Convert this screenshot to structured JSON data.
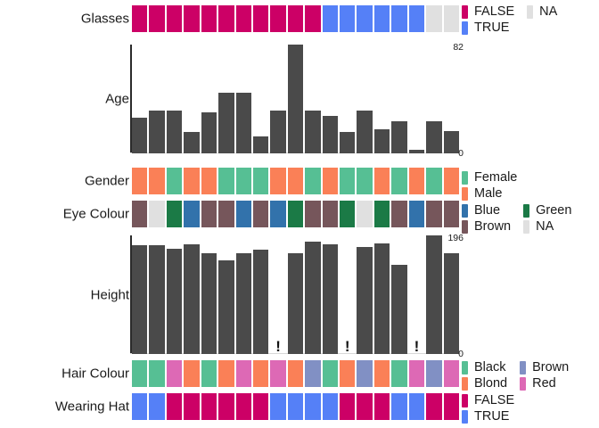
{
  "chart_data": {
    "type": "table",
    "title": "",
    "n_observations": 19,
    "rows": [
      {
        "name": "Glasses",
        "label": "Glasses",
        "kind": "categorical",
        "values": [
          "FALSE",
          "FALSE",
          "FALSE",
          "FALSE",
          "FALSE",
          "FALSE",
          "FALSE",
          "FALSE",
          "FALSE",
          "FALSE",
          "FALSE",
          "TRUE",
          "TRUE",
          "TRUE",
          "TRUE",
          "TRUE",
          "TRUE",
          "NA",
          "NA"
        ],
        "legend": {
          "columns": 2,
          "entries": [
            {
              "label": "FALSE",
              "color": "#cc0066"
            },
            {
              "label": "NA",
              "color": "#e0e0e0"
            },
            {
              "label": "TRUE",
              "color": "#5580f7"
            }
          ]
        }
      },
      {
        "name": "Age",
        "label": "Age",
        "kind": "numeric",
        "ylim": [
          0,
          82
        ],
        "tick_top": "82",
        "tick_bottom": "0",
        "values": [
          27,
          32,
          32,
          16,
          31,
          46,
          46,
          13,
          32,
          82,
          32,
          28,
          16,
          32,
          18,
          24,
          3,
          24,
          17
        ],
        "missing": []
      },
      {
        "name": "Gender",
        "label": "Gender",
        "kind": "categorical",
        "values": [
          "Male",
          "Male",
          "Female",
          "Male",
          "Male",
          "Female",
          "Female",
          "Female",
          "Male",
          "Male",
          "Female",
          "Male",
          "Female",
          "Female",
          "Male",
          "Female",
          "Male",
          "Female",
          "Male"
        ],
        "legend": {
          "columns": 1,
          "entries": [
            {
              "label": "Female",
              "color": "#56bf94"
            },
            {
              "label": "Male",
              "color": "#fa8057"
            }
          ]
        }
      },
      {
        "name": "Eye Colour",
        "label": "Eye Colour",
        "kind": "categorical",
        "values": [
          "Brown",
          "NA",
          "Green",
          "Blue",
          "Brown",
          "Brown",
          "Blue",
          "Brown",
          "Blue",
          "Green",
          "Brown",
          "Brown",
          "Green",
          "NA",
          "Green",
          "Brown",
          "Blue",
          "Brown",
          "Brown"
        ],
        "legend": {
          "columns": 2,
          "entries": [
            {
              "label": "Blue",
              "color": "#3272ab"
            },
            {
              "label": "Green",
              "color": "#1b7a46"
            },
            {
              "label": "Brown",
              "color": "#76565b"
            },
            {
              "label": "NA",
              "color": "#e0e0e0"
            }
          ]
        }
      },
      {
        "name": "Height",
        "label": "Height",
        "kind": "numeric",
        "ylim": [
          0,
          196
        ],
        "tick_top": "196",
        "tick_bottom": "0",
        "values": [
          180,
          180,
          174,
          181,
          167,
          155,
          167,
          172,
          null,
          166,
          185,
          181,
          null,
          177,
          183,
          148,
          null,
          196,
          166
        ],
        "missing": [
          13,
          17
        ],
        "missing_marker": "!"
      },
      {
        "name": "Hair Colour",
        "label": "Hair Colour",
        "kind": "categorical",
        "values": [
          "Black",
          "Black",
          "Red",
          "Blond",
          "Black",
          "Blond",
          "Red",
          "Blond",
          "Red",
          "Blond",
          "Brown",
          "Black",
          "Blond",
          "Brown",
          "Blond",
          "Black",
          "Red",
          "Brown",
          "Red"
        ],
        "legend": {
          "columns": 2,
          "entries": [
            {
              "label": "Black",
              "color": "#56bf94"
            },
            {
              "label": "Brown",
              "color": "#8190c4"
            },
            {
              "label": "Blond",
              "color": "#fa8057"
            },
            {
              "label": "Red",
              "color": "#dd69b5"
            }
          ]
        }
      },
      {
        "name": "Wearing Hat",
        "label": "Wearing Hat",
        "kind": "categorical",
        "values": [
          "TRUE",
          "TRUE",
          "FALSE",
          "FALSE",
          "FALSE",
          "FALSE",
          "FALSE",
          "FALSE",
          "TRUE",
          "TRUE",
          "TRUE",
          "TRUE",
          "FALSE",
          "FALSE",
          "FALSE",
          "TRUE",
          "TRUE",
          "FALSE",
          "FALSE"
        ],
        "legend": {
          "columns": 1,
          "entries": [
            {
              "label": "FALSE",
              "color": "#cc0066"
            },
            {
              "label": "TRUE",
              "color": "#5580f7"
            }
          ]
        }
      }
    ],
    "palette": {
      "FALSE": "#cc0066",
      "TRUE": "#5580f7",
      "NA": "#e0e0e0",
      "Female": "#56bf94",
      "Male": "#fa8057",
      "Blue": "#3272ab",
      "Green": "#1b7a46",
      "Brown_eye": "#76565b",
      "Black": "#56bf94",
      "Brown_hair": "#8190c4",
      "Blond": "#fa8057",
      "Red": "#dd69b5",
      "bar": "#4a4a4a"
    }
  }
}
